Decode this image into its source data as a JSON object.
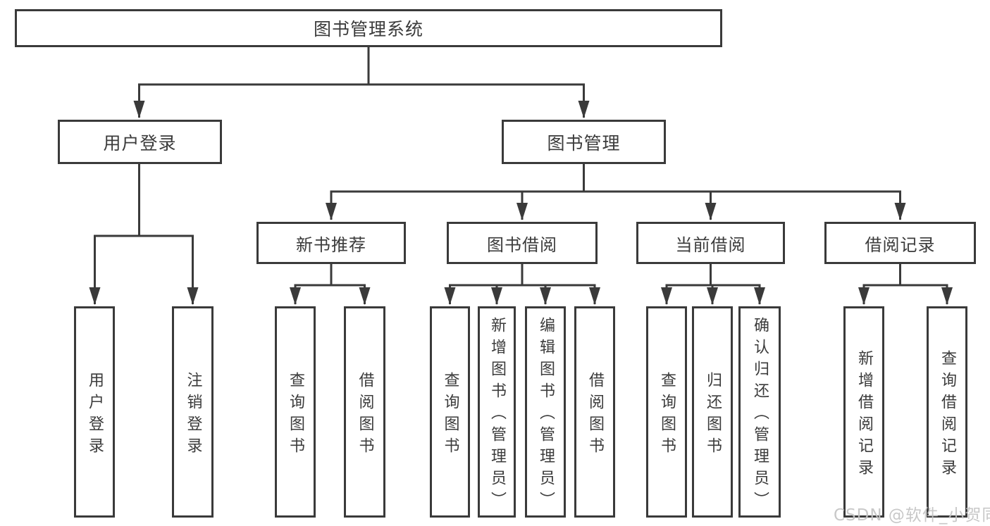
{
  "diagram": {
    "type": "hierarchy-tree",
    "root": {
      "label": "图书管理系统",
      "children": [
        {
          "label": "用户登录",
          "children": [
            {
              "label": "用户登录"
            },
            {
              "label": "注销登录"
            }
          ]
        },
        {
          "label": "图书管理",
          "children": [
            {
              "label": "新书推荐",
              "children": [
                {
                  "label": "查询图书"
                },
                {
                  "label": "借阅图书"
                }
              ]
            },
            {
              "label": "图书借阅",
              "children": [
                {
                  "label": "查询图书"
                },
                {
                  "label": "新增图书（管理员）"
                },
                {
                  "label": "编辑图书（管理员）"
                },
                {
                  "label": "借阅图书"
                }
              ]
            },
            {
              "label": "当前借阅",
              "children": [
                {
                  "label": "查询图书"
                },
                {
                  "label": "归还图书"
                },
                {
                  "label": "确认归还（管理员）"
                }
              ]
            },
            {
              "label": "借阅记录",
              "children": [
                {
                  "label": "新增借阅记录"
                },
                {
                  "label": "查询借阅记录"
                }
              ]
            }
          ]
        }
      ]
    },
    "colors": {
      "line": "#3a3a3a",
      "text": "#3b3b3b",
      "background": "#ffffff",
      "watermark": "#c3c3c3"
    }
  },
  "watermark": {
    "text": "CSDN @软件_小贺同学"
  }
}
